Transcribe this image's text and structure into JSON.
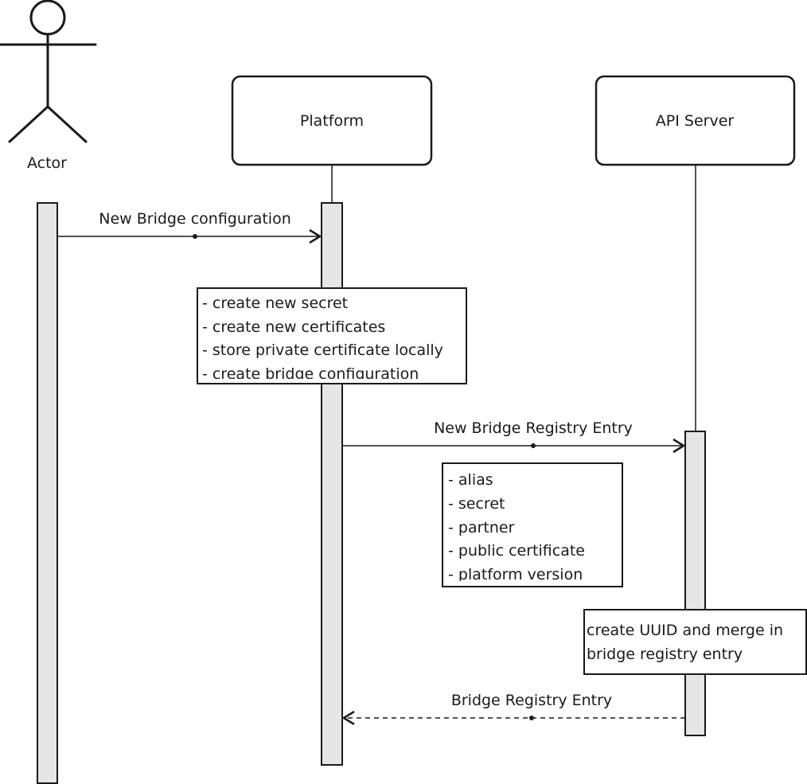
{
  "actor": {
    "name": "Actor"
  },
  "participants": [
    {
      "name": "Platform"
    },
    {
      "name": "API Server"
    }
  ],
  "messages": [
    {
      "label": "New Bridge configuration",
      "style": "solid"
    },
    {
      "label": "New Bridge Registry Entry",
      "style": "solid"
    },
    {
      "label": "Bridge Registry Entry",
      "style": "dashed"
    }
  ],
  "notes": [
    {
      "lines": [
        "- create new secret",
        "- create new certificates",
        "- store private certificate locally",
        "- create bridge configuration"
      ]
    },
    {
      "lines": [
        "- alias",
        "- secret",
        "- partner",
        "- public certificate",
        "- platform version"
      ]
    },
    {
      "lines": [
        "create UUID and merge in",
        "bridge registry entry"
      ]
    }
  ],
  "colors": {
    "stroke": "#1a1a1a",
    "activation_fill": "#e6e6e6",
    "box_fill": "#ffffff"
  }
}
